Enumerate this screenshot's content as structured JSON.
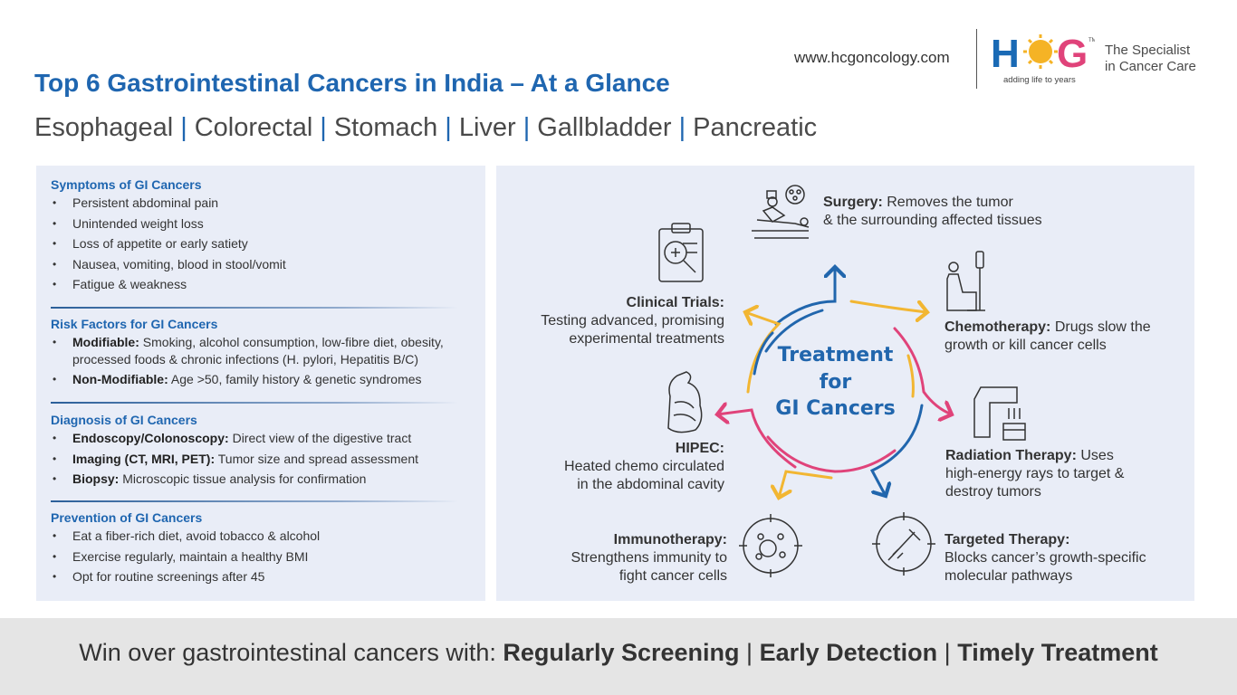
{
  "header": {
    "title": "Top 6 Gastrointestinal Cancers in India – At a Glance",
    "cancers": [
      "Esophageal",
      "Colorectal",
      "Stomach",
      "Liver",
      "Gallbladder",
      "Pancreatic"
    ],
    "website": "www.hcgoncology.com",
    "logo_text": "HCG",
    "logo_tagline": "adding life to years",
    "specialist_line1": "The Specialist",
    "specialist_line2": "in Cancer Care"
  },
  "sections": {
    "symptoms": {
      "title": "Symptoms of GI Cancers",
      "items": [
        "Persistent abdominal pain",
        "Unintended weight loss",
        "Loss of appetite or early satiety",
        "Nausea, vomiting, blood in stool/vomit",
        "Fatigue & weakness"
      ]
    },
    "risk": {
      "title": "Risk Factors for GI Cancers",
      "items": [
        {
          "label": "Modifiable:",
          "text": "Smoking, alcohol consumption, low-fibre diet, obesity, processed foods & chronic infections (H. pylori, Hepatitis B/C)"
        },
        {
          "label": "Non-Modifiable:",
          "text": "Age >50, family history & genetic syndromes"
        }
      ]
    },
    "diagnosis": {
      "title": "Diagnosis of GI Cancers",
      "items": [
        {
          "label": "Endoscopy/Colonoscopy:",
          "text": "Direct view of the digestive tract"
        },
        {
          "label": "Imaging (CT, MRI, PET):",
          "text": "Tumor size and spread assessment"
        },
        {
          "label": "Biopsy:",
          "text": "Microscopic tissue analysis for confirmation"
        }
      ]
    },
    "prevention": {
      "title": "Prevention of GI Cancers",
      "items": [
        "Eat a fiber-rich diet, avoid tobacco & alcohol",
        "Exercise regularly, maintain a healthy BMI",
        "Opt for routine screenings after 45"
      ]
    }
  },
  "treatment": {
    "center_line1": "Treatment",
    "center_line2": "for",
    "center_line3": "GI Cancers",
    "surgery": {
      "label": "Surgery:",
      "text1": "Removes the tumor",
      "text2": "& the surrounding affected tissues"
    },
    "chemo": {
      "label": "Chemotherapy:",
      "text1": "Drugs slow the",
      "text2": "growth or kill cancer cells"
    },
    "radiation": {
      "label": "Radiation Therapy:",
      "text1": "Uses",
      "text2": "high-energy rays to target &",
      "text3": "destroy tumors"
    },
    "targeted": {
      "label": "Targeted Therapy:",
      "text1": "Blocks cancer’s growth-specific",
      "text2": "molecular pathways"
    },
    "immuno": {
      "label": "Immunotherapy:",
      "text1": "Strengthens immunity to",
      "text2": "fight cancer cells"
    },
    "hipec": {
      "label": "HIPEC:",
      "text1": "Heated chemo circulated",
      "text2": "in the abdominal cavity"
    },
    "trials": {
      "label": "Clinical Trials:",
      "text1": "Testing advanced, promising",
      "text2": "experimental treatments"
    }
  },
  "colors": {
    "blue": "#2166ad",
    "yellow": "#f2b632",
    "pink": "#e0437a"
  },
  "footer": {
    "prefix": "Win over gastrointestinal cancers with:",
    "item1": "Regularly Screening",
    "item2": "Early Detection",
    "item3": "Timely Treatment",
    "sep": "|"
  }
}
